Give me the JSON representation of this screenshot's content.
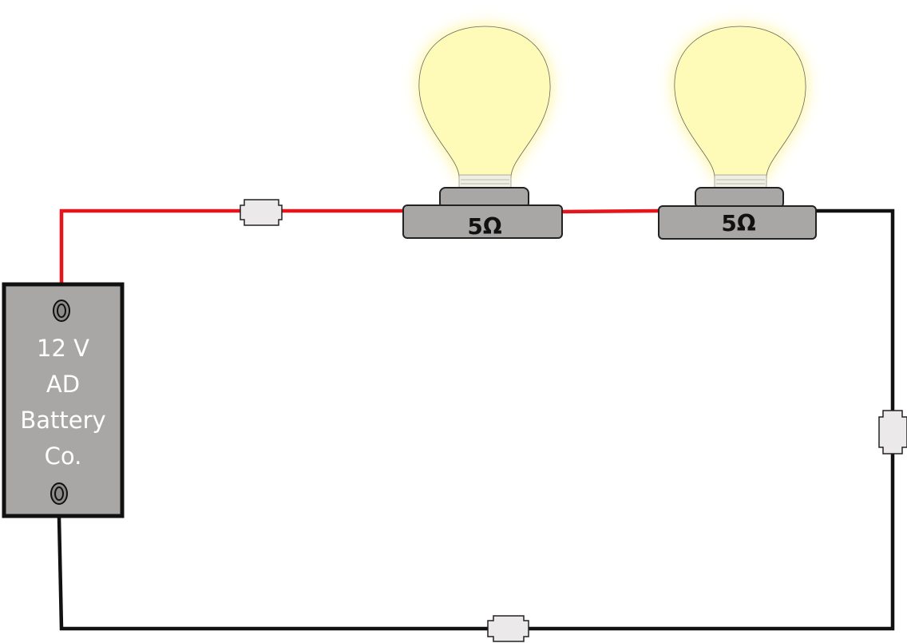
{
  "battery": {
    "lines": [
      "12 V",
      "AD",
      "Battery",
      "Co."
    ]
  },
  "bulbs": [
    {
      "label": "5Ω"
    },
    {
      "label": "5Ω"
    }
  ],
  "colors": {
    "positive_wire": "#e8141b",
    "negative_wire": "#111111",
    "bulb_glow": "#fff27a",
    "socket": "#a9a6a6"
  }
}
